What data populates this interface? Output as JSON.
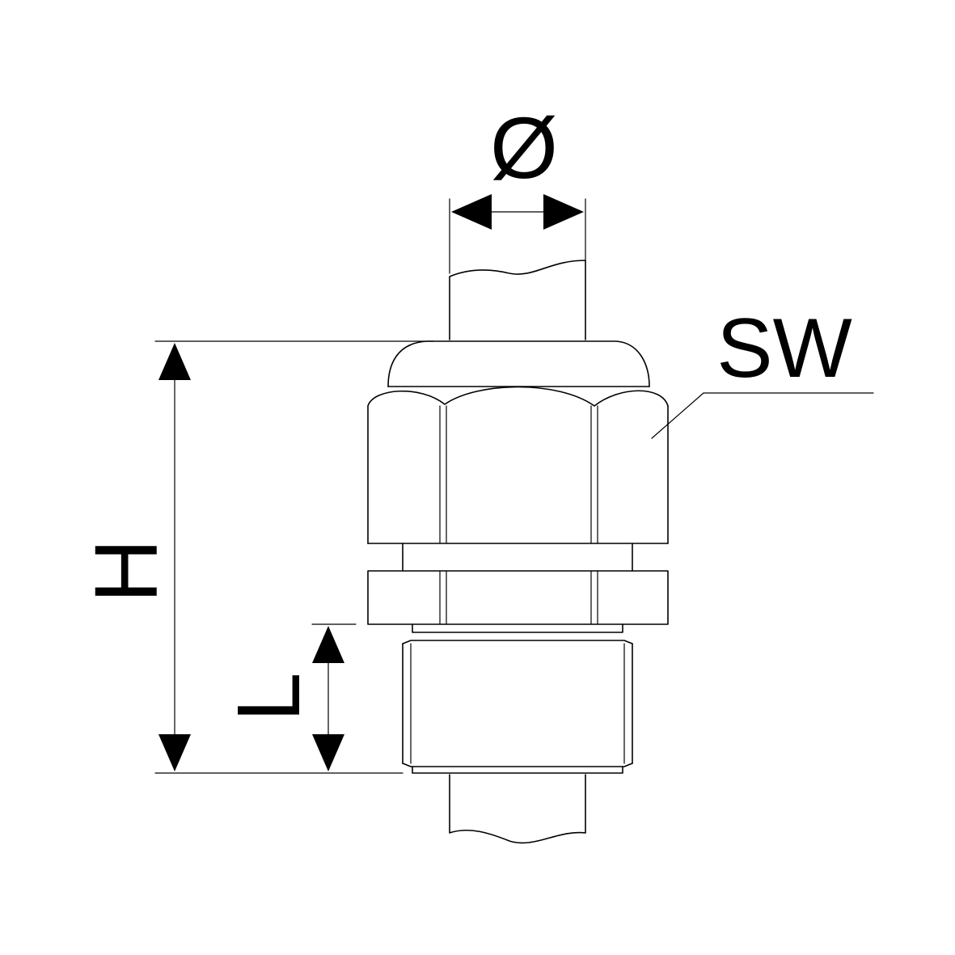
{
  "labels": {
    "diameter": "Ø",
    "wrench_size": "SW",
    "height": "H",
    "thread_length": "L"
  },
  "colors": {
    "line": "#000000",
    "background": "#ffffff"
  }
}
